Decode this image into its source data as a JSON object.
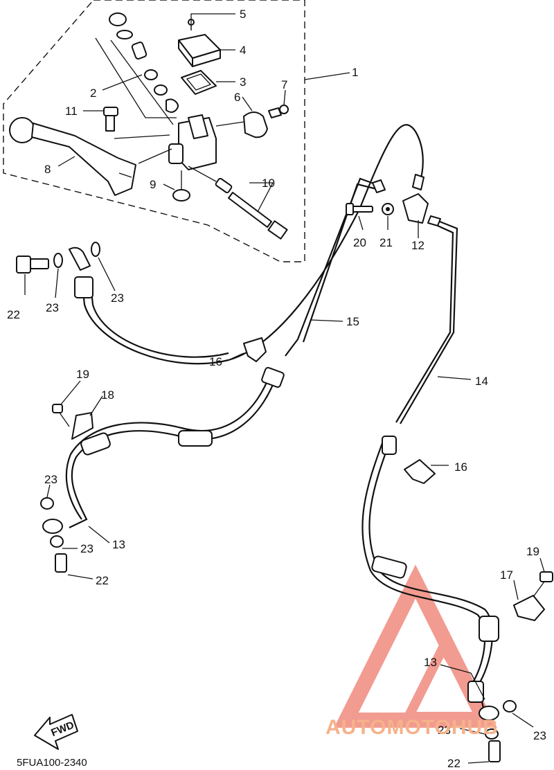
{
  "diagram_code": "5FUA100-2340",
  "fwd_label": "FWD",
  "callouts": {
    "c1": "1",
    "c2": "2",
    "c3": "3",
    "c4": "4",
    "c5": "5",
    "c6": "6",
    "c7": "7",
    "c8": "8",
    "c9": "9",
    "c10": "10",
    "c11": "11",
    "c12": "12",
    "c13a": "13",
    "c13b": "13",
    "c14": "14",
    "c15": "15",
    "c16a": "16",
    "c16b": "16",
    "c17": "17",
    "c18": "18",
    "c19a": "19",
    "c19b": "19",
    "c20": "20",
    "c21": "21",
    "c22a": "22",
    "c22b": "22",
    "c22c": "22",
    "c23a": "23",
    "c23b": "23",
    "c23c": "23",
    "c23d": "23",
    "c23e": "23",
    "c23f": "23"
  },
  "watermark": {
    "text": "AUTOMOTOHUB",
    "color_primary": "#f08a7e",
    "color_secondary": "#9a9a9a"
  }
}
